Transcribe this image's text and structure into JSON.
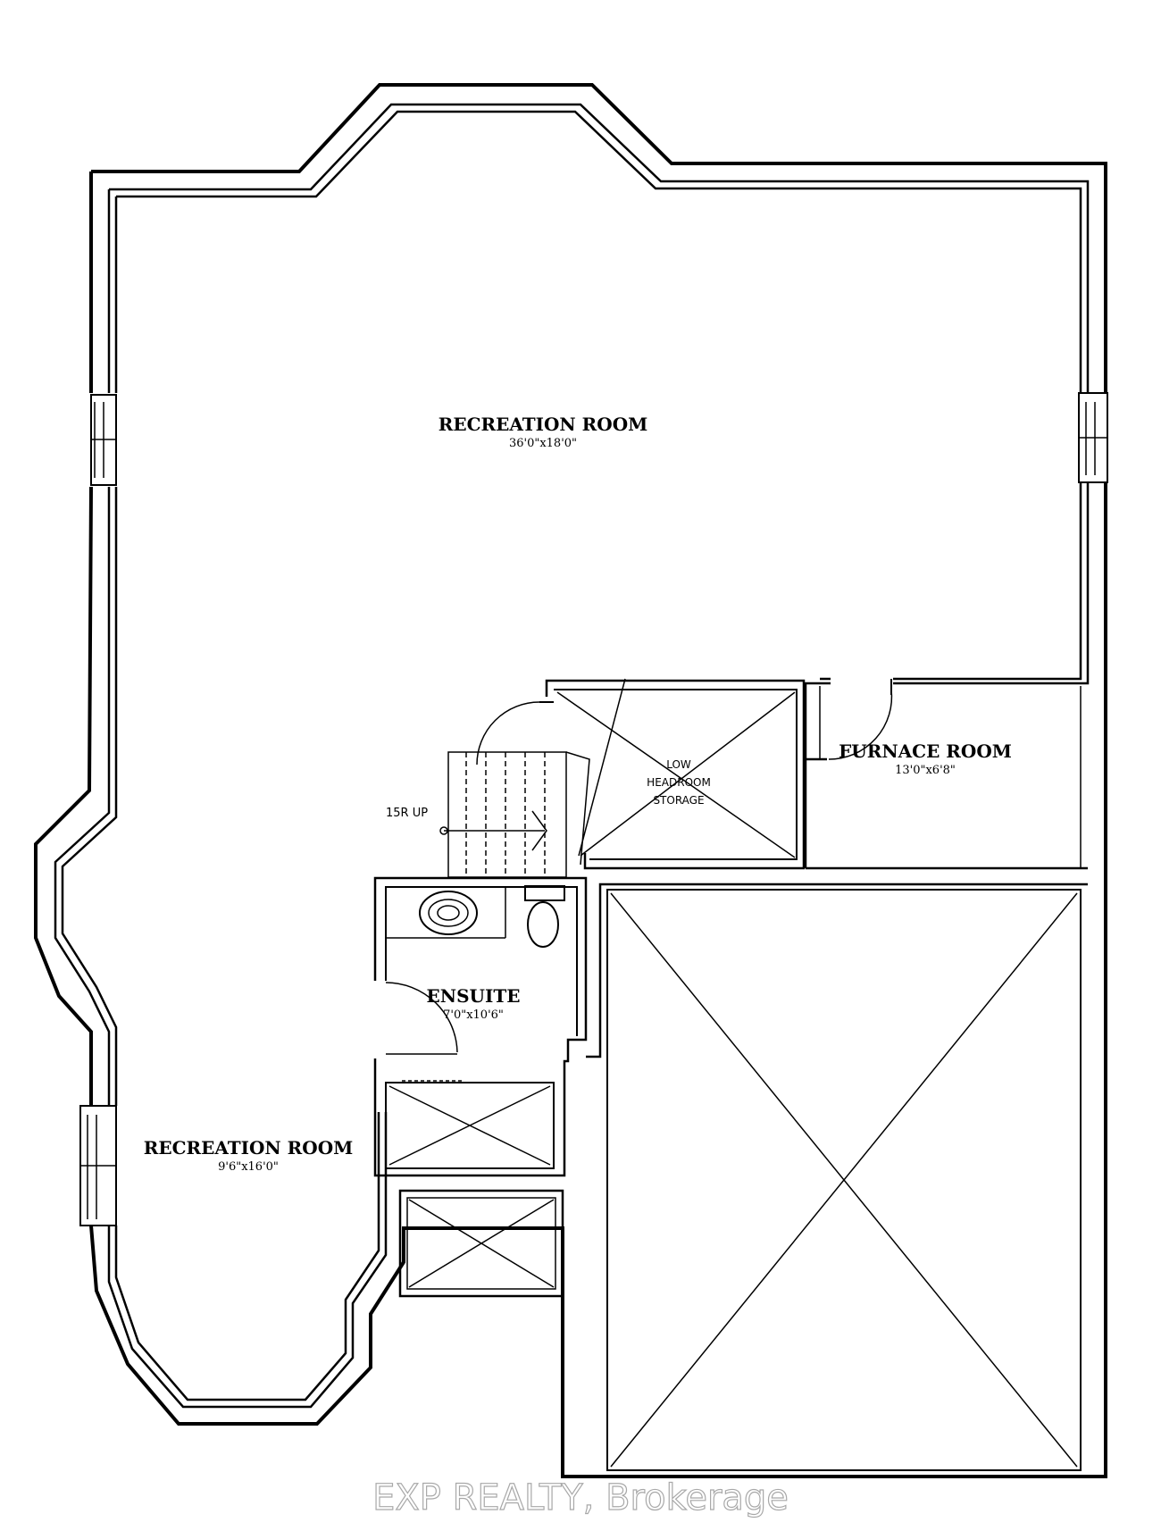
{
  "rooms": {
    "recreation_main": {
      "name": "RECREATION ROOM",
      "dims": "36'0\"x18'0\""
    },
    "furnace": {
      "name": "FURNACE ROOM",
      "dims": "13'0\"x6'8\""
    },
    "ensuite": {
      "name": "ENSUITE",
      "dims": "7'0\"x10'6\""
    },
    "recreation_small": {
      "name": "RECREATION ROOM",
      "dims": "9'6\"x16'0\""
    },
    "storage": {
      "line1": "LOW",
      "line2": "HEADROOM",
      "line3": "STORAGE"
    }
  },
  "stairs": {
    "label": "15R UP"
  },
  "watermark": "EXP REALTY, Brokerage"
}
